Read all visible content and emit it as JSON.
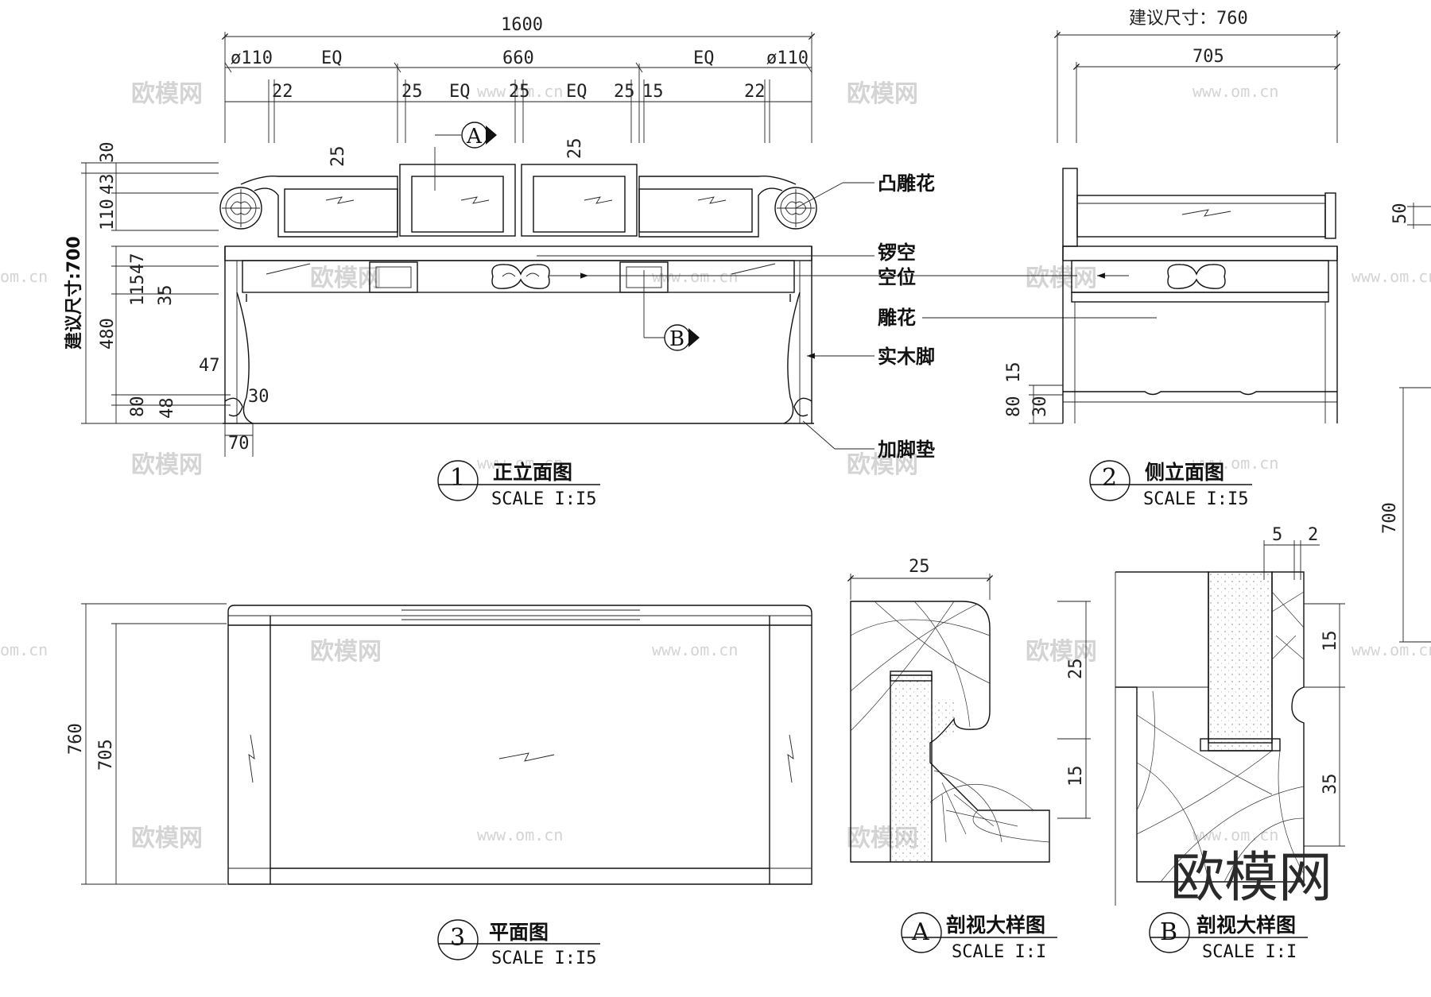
{
  "views": {
    "front": {
      "number": "1",
      "title": "正立面图",
      "scale": "SCALE I:I5"
    },
    "side": {
      "number": "2",
      "title": "侧立面图",
      "scale": "SCALE I:I5"
    },
    "plan": {
      "number": "3",
      "title": "平面图",
      "scale": "SCALE I:I5"
    },
    "detail_a": {
      "number": "A",
      "title": "剖视大样图",
      "scale": "SCALE I:I"
    },
    "detail_b": {
      "number": "B",
      "title": "剖视大样图",
      "scale": "SCALE I:I"
    }
  },
  "callouts": {
    "raised_carving": "凸雕花",
    "openwork": "锣空",
    "blank": "空位",
    "carving": "雕花",
    "solid_leg": "实木脚",
    "foot_pad": "加脚垫"
  },
  "section_marks": {
    "a": "A",
    "b": "B"
  },
  "front_dims": {
    "overall_width": "1600",
    "dia_left": "ø110",
    "eq1": "EQ",
    "center": "660",
    "eq2": "EQ",
    "dia_right": "ø110",
    "d22_left": "22",
    "d25_a": "25",
    "eq3": "EQ",
    "d25_b": "25",
    "eq4": "EQ",
    "d25_c": "25",
    "d15": "15",
    "d22_right": "22",
    "d25_top_left": "25",
    "d25_top_right": "25",
    "v30": "30",
    "v110": "110",
    "v43": "43",
    "v47": "47",
    "v115": "115",
    "v35": "35",
    "v480": "480",
    "v80": "80",
    "v48": "48",
    "suggest_height": "建议尺寸:700",
    "leg47": "47",
    "leg30": "30",
    "leg70": "70"
  },
  "side_dims": {
    "suggest_depth": "建议尺寸：760",
    "d705": "705",
    "v80": "80",
    "v15": "15",
    "v30": "30",
    "right_50": "50",
    "right_700": "700"
  },
  "plan_dims": {
    "d760": "760",
    "d705": "705"
  },
  "detail_a_dims": {
    "w25": "25",
    "v25": "25",
    "v15": "15"
  },
  "detail_b_dims": {
    "w5": "5",
    "w2": "2",
    "v15": "15",
    "v35": "35"
  },
  "watermarks": {
    "cn": "欧模网",
    "url": "www.om.cn",
    "partial": "om.cn"
  },
  "brand": "欧模网"
}
